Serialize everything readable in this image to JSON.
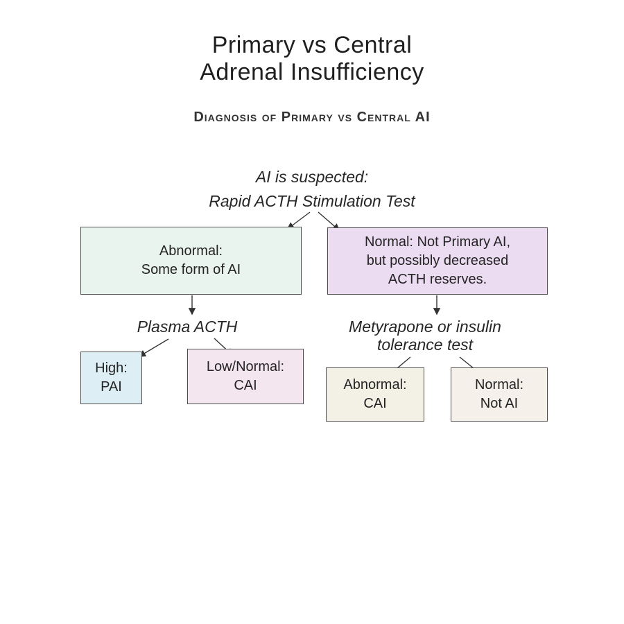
{
  "page": {
    "title_line1": "Primary vs Central",
    "title_line2": "Adrenal Insufficiency",
    "subtitle": "Diagnosis of Primary vs Central AI"
  },
  "flowchart": {
    "labels": {
      "root_line1": "AI is suspected:",
      "root_line2": "Rapid ACTH Stimulation Test",
      "left_branch": "Plasma ACTH",
      "right_branch_line1": "Metyrapone or insulin",
      "right_branch_line2": "tolerance test"
    },
    "nodes": [
      {
        "id": "abnormal-some-ai",
        "lines": [
          "Abnormal:",
          "Some form of AI"
        ],
        "fill": "#eaf4ee"
      },
      {
        "id": "normal-not-primary",
        "lines": [
          "Normal: Not Primary AI,",
          "but possibly decreased",
          "ACTH reserves."
        ],
        "fill": "#ecdcf2"
      },
      {
        "id": "high-pai",
        "lines": [
          "High:",
          "PAI"
        ],
        "fill": "#ddeef5"
      },
      {
        "id": "low-normal-cai",
        "lines": [
          "Low/Normal:",
          "CAI"
        ],
        "fill": "#f4e6ee"
      },
      {
        "id": "abnormal-cai",
        "lines": [
          "Abnormal:",
          "CAI"
        ],
        "fill": "#f3f1e6"
      },
      {
        "id": "normal-not-ai",
        "lines": [
          "Normal:",
          "Not AI"
        ],
        "fill": "#f5f0e9"
      }
    ],
    "colors": {
      "border": "#4d4d4d",
      "arrow": "#333333",
      "text": "#242424"
    }
  }
}
